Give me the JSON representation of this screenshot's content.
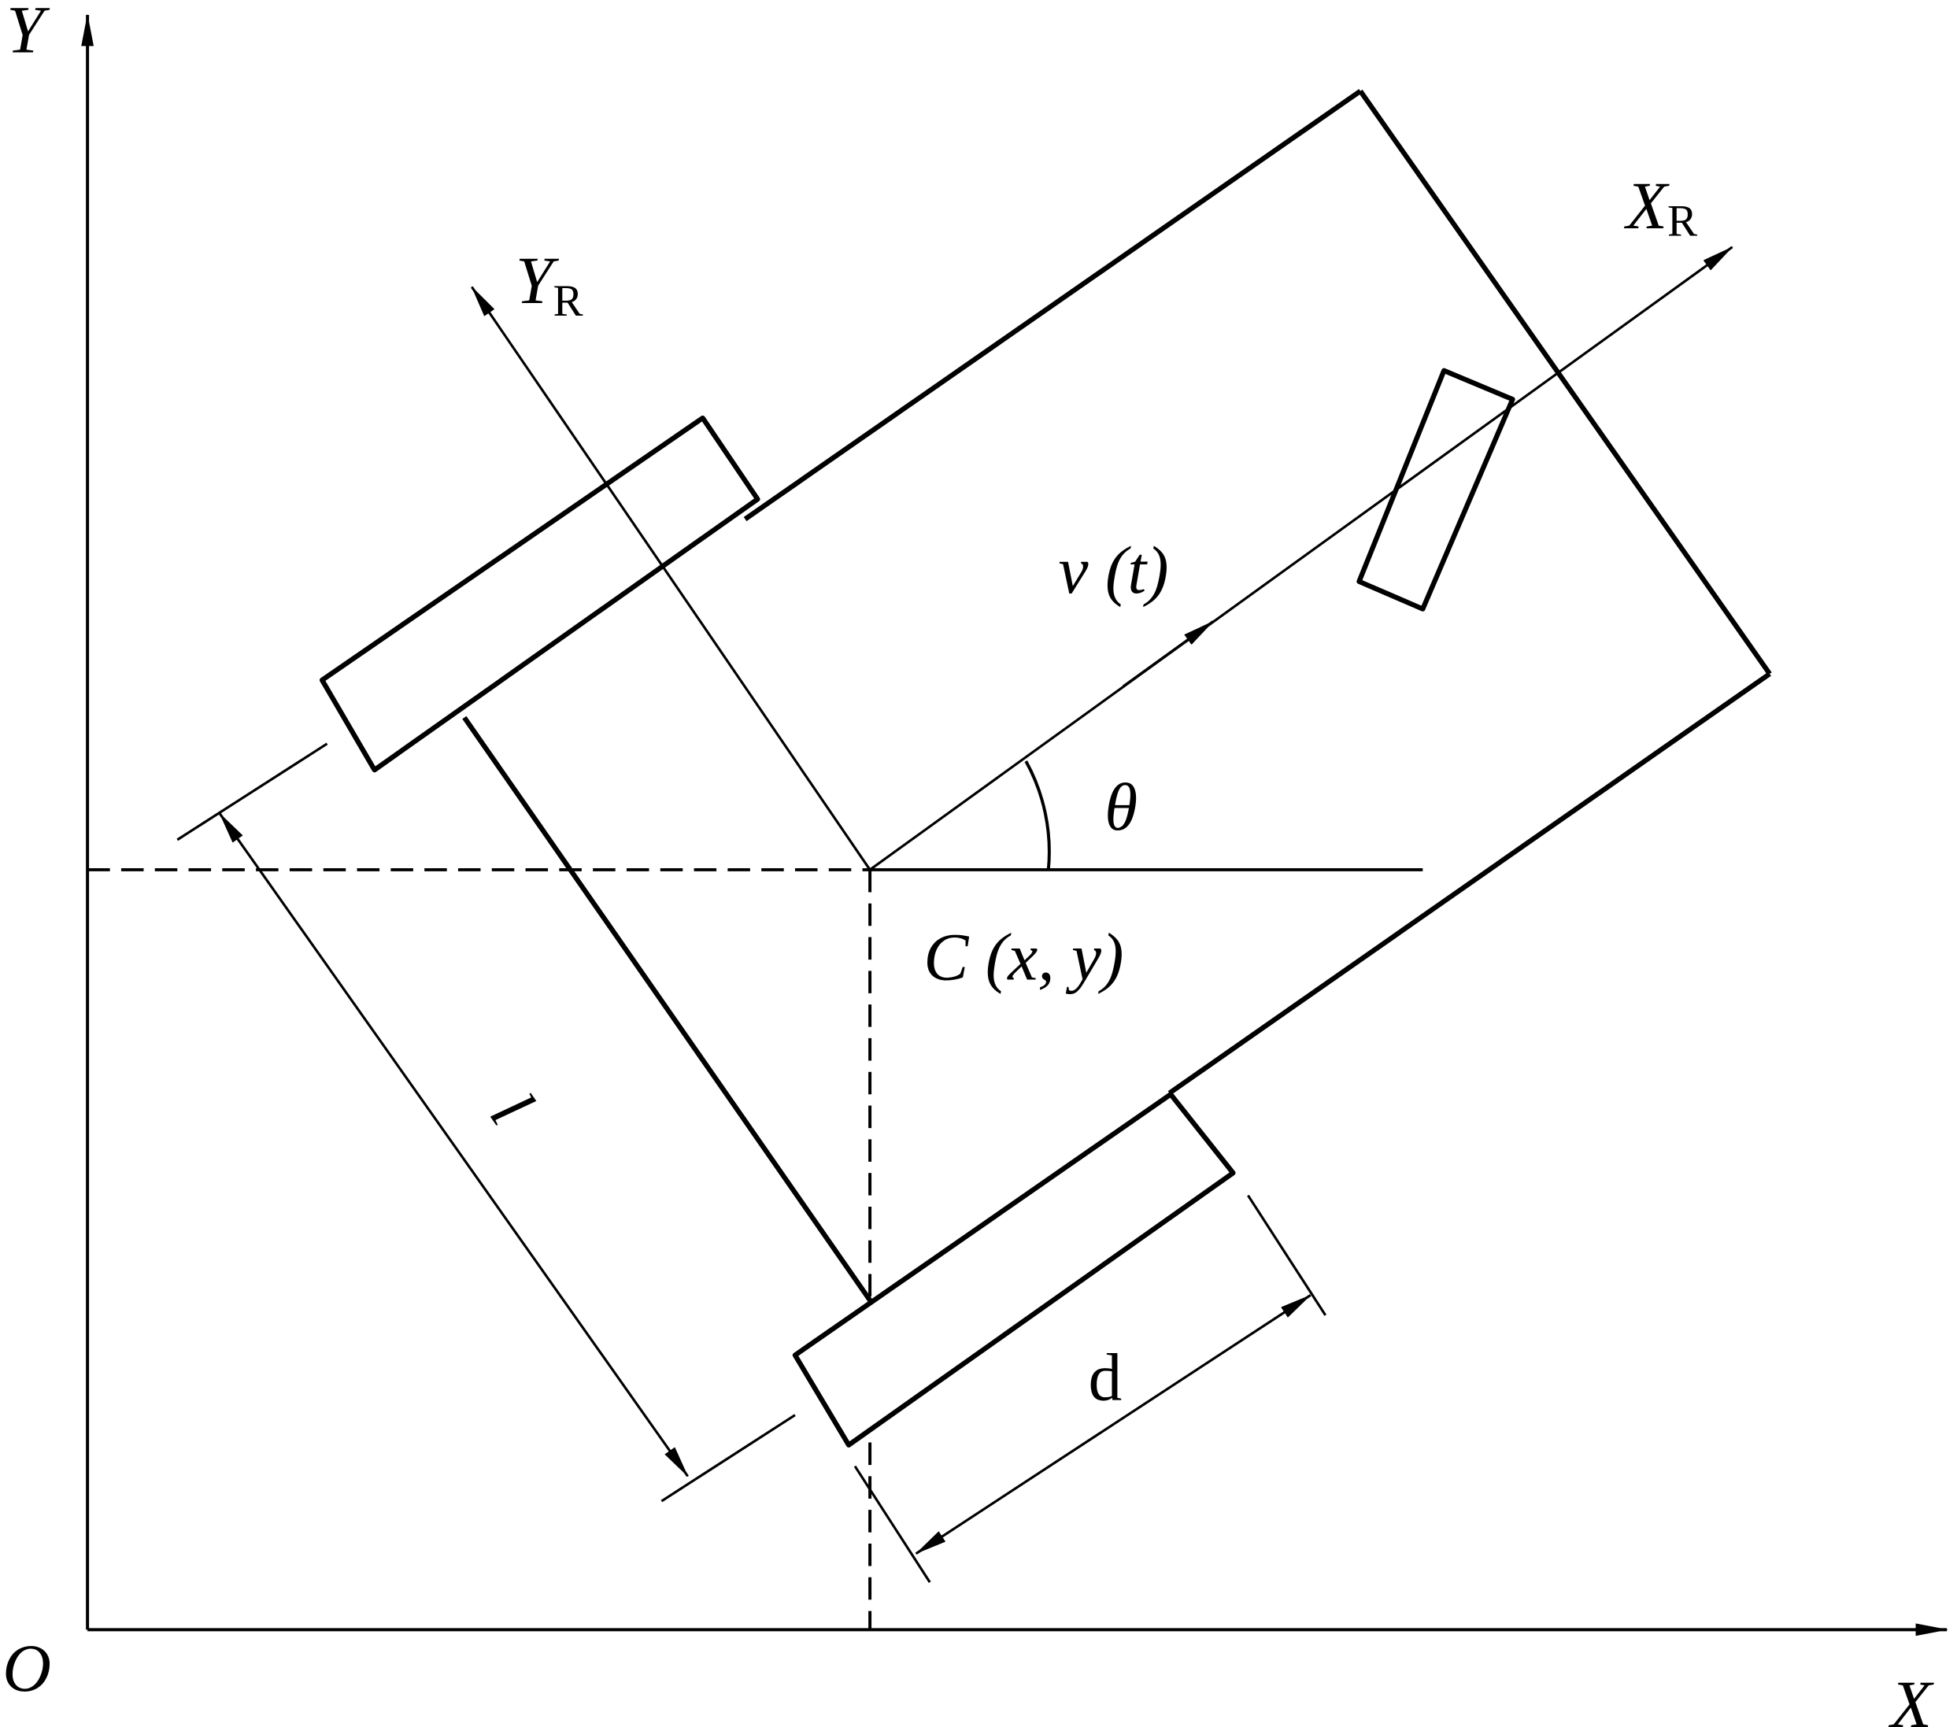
{
  "labels": {
    "y_axis": "Y",
    "x_axis": "X",
    "origin": "O",
    "robot_x": "X",
    "robot_x_sub": "R",
    "robot_y": "Y",
    "robot_y_sub": "R",
    "velocity": "v (t)",
    "angle": "θ",
    "center": "C (x,   y)",
    "length": "l",
    "width": "d"
  },
  "colors": {
    "stroke": "#000000",
    "background": "#ffffff"
  }
}
